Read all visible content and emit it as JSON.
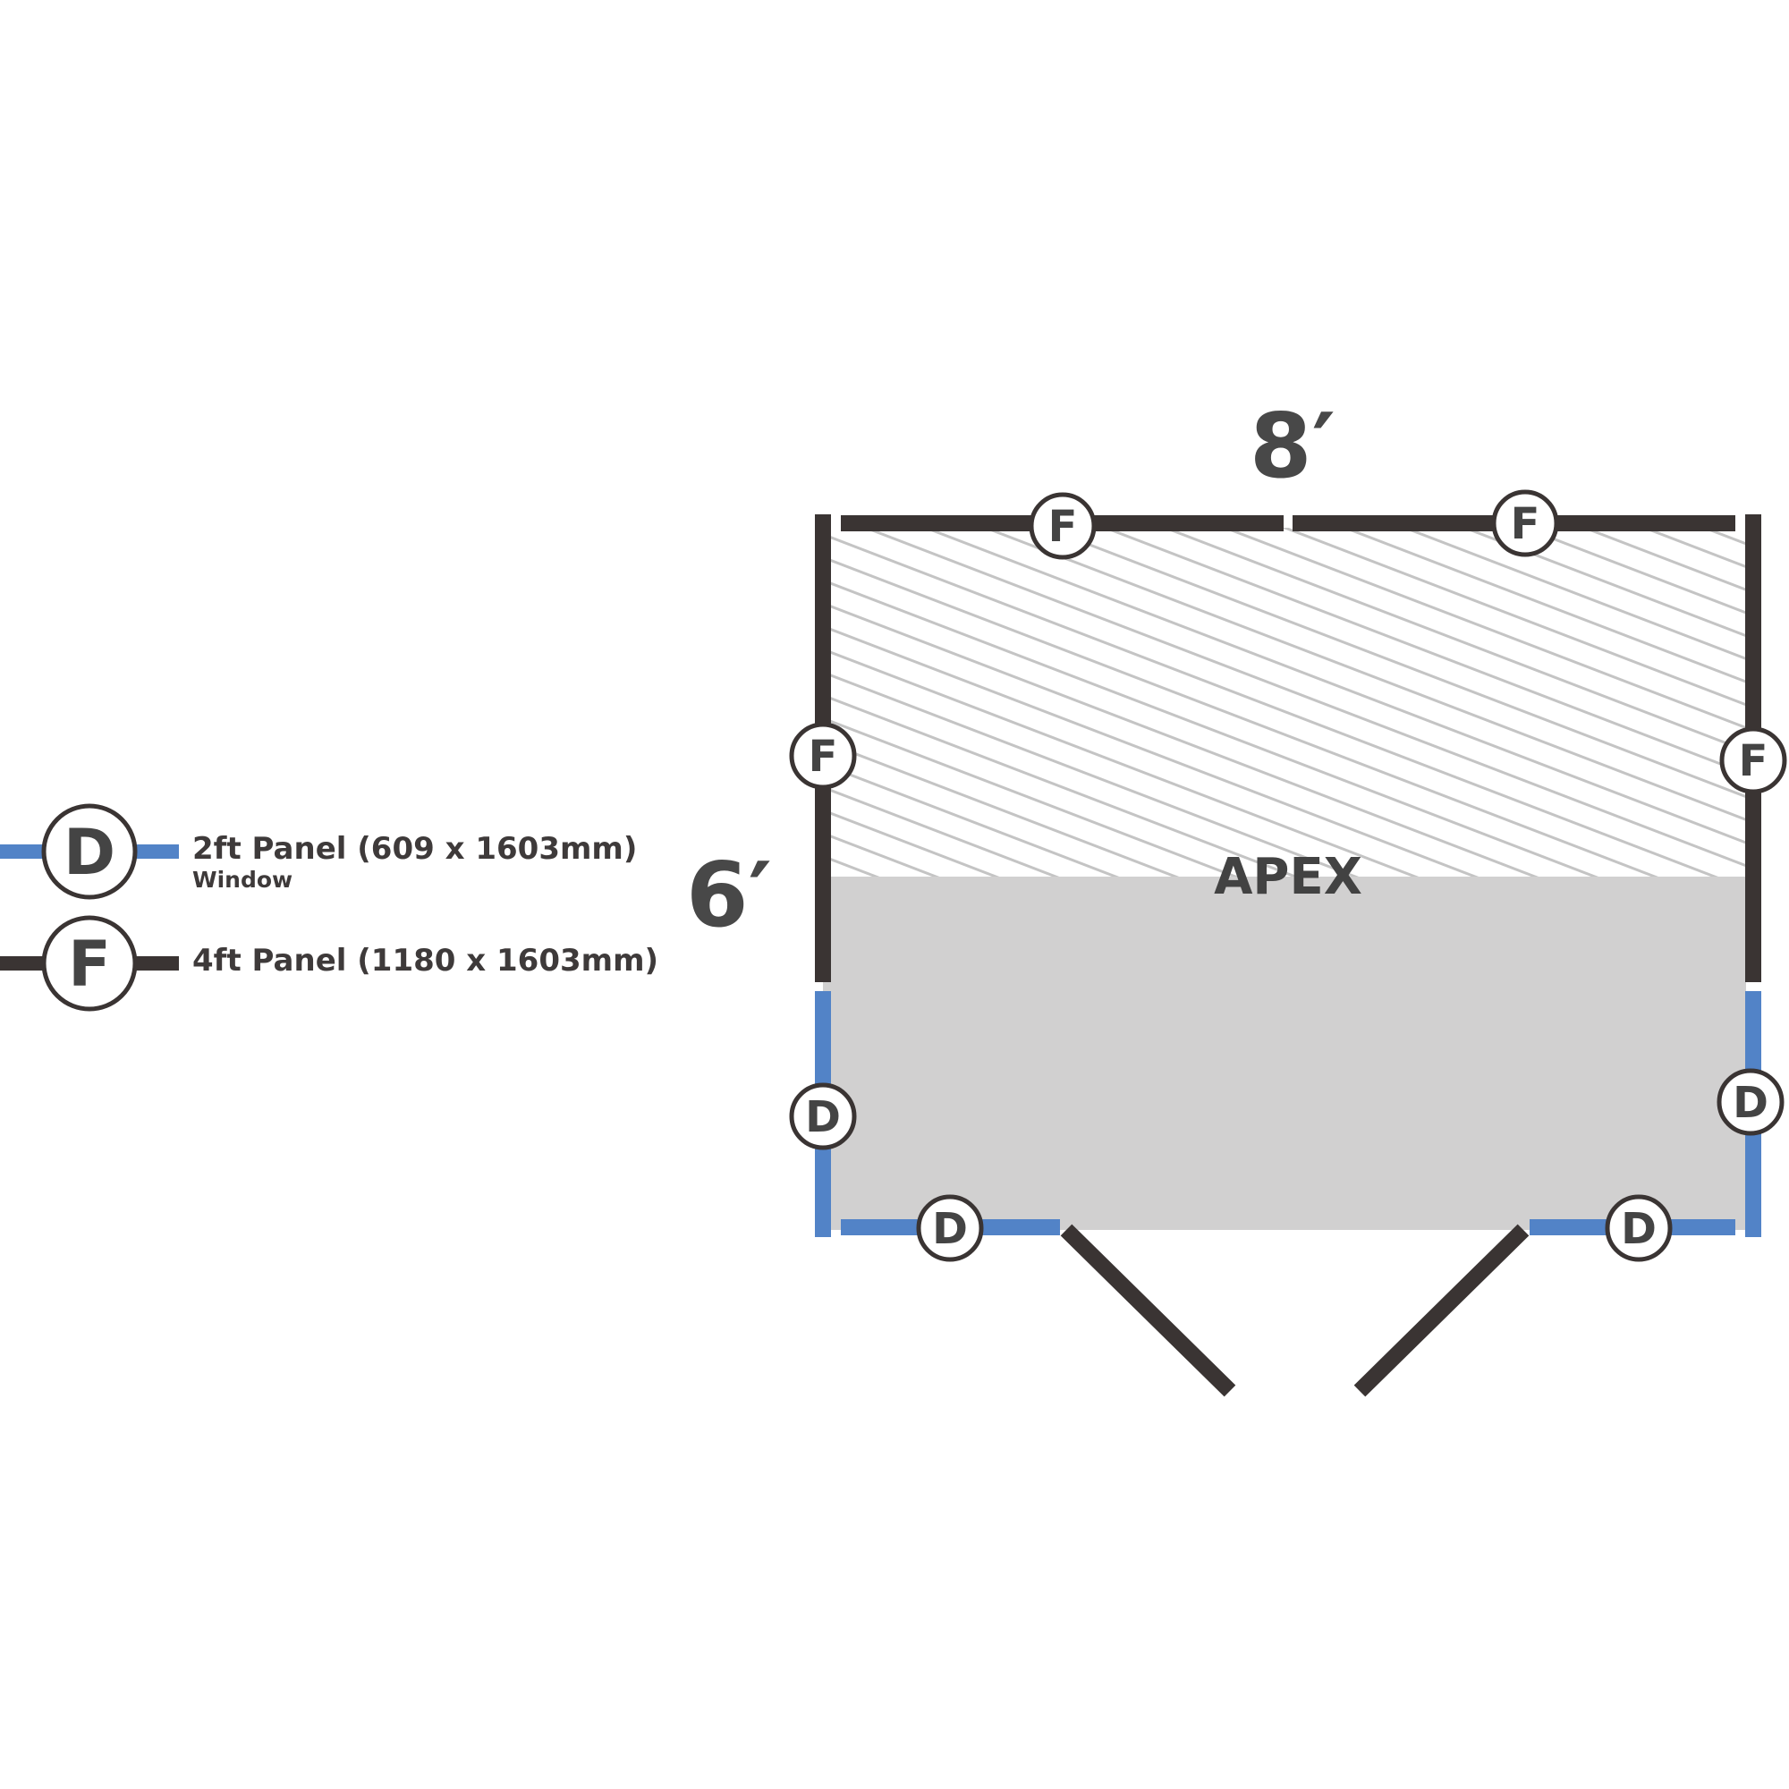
{
  "dimensions": {
    "width_label": "8′",
    "depth_label": "6′"
  },
  "floor": {
    "apex_label": "APEX"
  },
  "legend": {
    "items": [
      {
        "letter": "D",
        "title": "2ft Panel (609 x 1603mm)",
        "subtitle": "Window",
        "color": "#5283c7"
      },
      {
        "letter": "F",
        "title": "4ft Panel (1180 x 1603mm)",
        "subtitle": "",
        "color": "#3a3433"
      }
    ]
  },
  "panel_markers": {
    "back_left": "F",
    "back_right": "F",
    "left_upper": "F",
    "right_upper": "F",
    "left_lower": "D",
    "right_lower": "D",
    "front_left": "D",
    "front_right": "D"
  },
  "colors": {
    "wall": "#3a3433",
    "window_panel": "#5283c7",
    "floor": "#d1d0d0",
    "hatch": "#c4c4c4",
    "badge_outline": "#3a3433",
    "text": "#444444"
  }
}
